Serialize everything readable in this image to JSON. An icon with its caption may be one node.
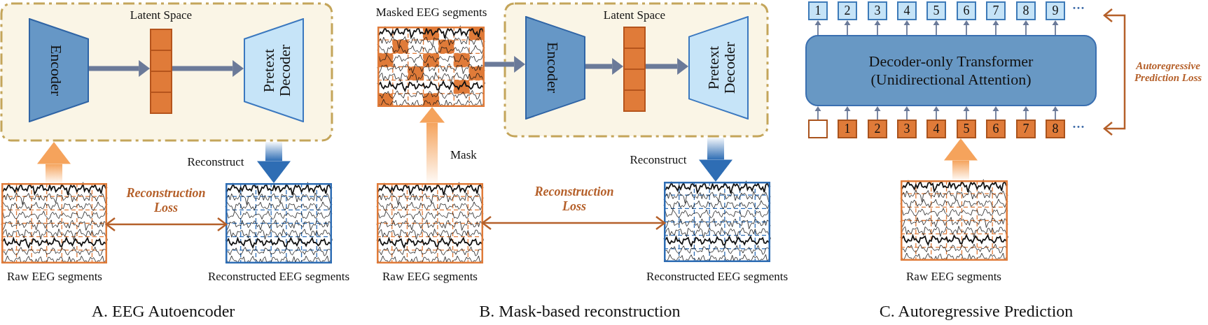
{
  "diagram": {
    "nodes": [
      {
        "text": [],
        "shape": "box"
      },
      {
        "text": [
          "Encoder"
        ],
        "in": 0
      },
      {
        "text": [],
        "shape": "bar",
        "beside": [
          "Latent Space"
        ],
        "in": 0
      },
      {
        "text": [
          "Pretext Decoder"
        ],
        "in": 0
      },
      {
        "text": [],
        "shape": "picture",
        "beside": [
          "Raw EEG segments"
        ]
      },
      {
        "text": [],
        "shape": "picture",
        "beside": [
          "Reconstructed EEG segments"
        ]
      },
      {
        "text": [],
        "shape": "picture",
        "beside": [
          "Masked EEG segments"
        ]
      },
      {
        "text": [],
        "shape": "box"
      },
      {
        "text": [
          "Encoder"
        ],
        "in": 7
      },
      {
        "text": [],
        "shape": "bar",
        "beside": [
          "Latent Space"
        ],
        "in": 7
      },
      {
        "text": [
          "Pretext Decoder"
        ],
        "in": 7
      },
      {
        "text": [],
        "shape": "picture",
        "beside": [
          "Raw EEG segments"
        ]
      },
      {
        "text": [],
        "shape": "picture",
        "beside": [
          "Reconstructed EEG segments"
        ]
      },
      {
        "text": [
          "1"
        ]
      },
      {
        "text": [
          "2"
        ]
      },
      {
        "text": [
          "3"
        ]
      },
      {
        "text": [
          "4"
        ]
      },
      {
        "text": [
          "5"
        ]
      },
      {
        "text": [
          "6"
        ]
      },
      {
        "text": [
          "7"
        ]
      },
      {
        "text": [
          "8"
        ]
      },
      {
        "text": [
          "9"
        ]
      },
      {
        "text": [
          "Decoder-only Transformer (Unidirectional Attention)"
        ]
      },
      {
        "text": [],
        "shape": "box"
      },
      {
        "text": [
          "1"
        ]
      },
      {
        "text": [
          "2"
        ]
      },
      {
        "text": [
          "3"
        ]
      },
      {
        "text": [
          "4"
        ]
      },
      {
        "text": [
          "5"
        ]
      },
      {
        "text": [
          "6"
        ]
      },
      {
        "text": [
          "7"
        ]
      },
      {
        "text": [
          "8"
        ]
      },
      {
        "text": [],
        "shape": "picture",
        "beside": [
          "Raw EEG segments"
        ]
      }
    ],
    "edges": [
      {
        "from": 1,
        "to": 2,
        "arrow": "to",
        "style": "thick"
      },
      {
        "from": 2,
        "to": 3,
        "arrow": "to",
        "style": "thick"
      },
      {
        "from": 4,
        "to": 0,
        "arrow": "to",
        "style": "thick",
        "color": "#f5a35c"
      },
      {
        "from": 0,
        "to": 5,
        "arrow": "to",
        "style": "thick",
        "color": "#2e6db4",
        "label": "Reconstruct"
      },
      {
        "from": 4,
        "to": 5,
        "arrow": "both",
        "color": "#b5602a",
        "label": "Reconstruction Loss"
      },
      {
        "from": 11,
        "to": 6,
        "arrow": "to",
        "style": "thick",
        "color": "#f5a35c",
        "label": "Mask"
      },
      {
        "from": 6,
        "to": 8,
        "arrow": "to",
        "style": "thick"
      },
      {
        "from": 8,
        "to": 9,
        "arrow": "to",
        "style": "thick"
      },
      {
        "from": 9,
        "to": 10,
        "arrow": "to",
        "style": "thick"
      },
      {
        "from": 7,
        "to": 12,
        "arrow": "to",
        "style": "thick",
        "color": "#2e6db4",
        "label": "Reconstruct"
      },
      {
        "from": 11,
        "to": 12,
        "arrow": "both",
        "color": "#b5602a",
        "label": "Reconstruction Loss"
      },
      {
        "from": 22,
        "to": 13,
        "arrow": "to"
      },
      {
        "from": 22,
        "to": 14,
        "arrow": "to"
      },
      {
        "from": 22,
        "to": 15,
        "arrow": "to"
      },
      {
        "from": 22,
        "to": 16,
        "arrow": "to"
      },
      {
        "from": 22,
        "to": 17,
        "arrow": "to"
      },
      {
        "from": 22,
        "to": 18,
        "arrow": "to"
      },
      {
        "from": 22,
        "to": 19,
        "arrow": "to"
      },
      {
        "from": 22,
        "to": 20,
        "arrow": "to"
      },
      {
        "from": 22,
        "to": 21,
        "arrow": "to"
      },
      {
        "from": 23,
        "to": 22,
        "arrow": "to"
      },
      {
        "from": 24,
        "to": 22,
        "arrow": "to"
      },
      {
        "from": 25,
        "to": 22,
        "arrow": "to"
      },
      {
        "from": 26,
        "to": 22,
        "arrow": "to"
      },
      {
        "from": 27,
        "to": 22,
        "arrow": "to"
      },
      {
        "from": 28,
        "to": 22,
        "arrow": "to"
      },
      {
        "from": 29,
        "to": 22,
        "arrow": "to"
      },
      {
        "from": 30,
        "to": 22,
        "arrow": "to"
      },
      {
        "from": 31,
        "to": 22,
        "arrow": "to"
      },
      {
        "from": 32,
        "to": 28,
        "arrow": "to",
        "style": "thick",
        "color": "#f5a35c"
      }
    ],
    "labels": [
      "···",
      "Autoregressive Prediction Loss",
      "···",
      "A. EEG Autoencoder",
      "B. Mask-based reconstruction",
      "C. Autoregressive Prediction"
    ]
  }
}
